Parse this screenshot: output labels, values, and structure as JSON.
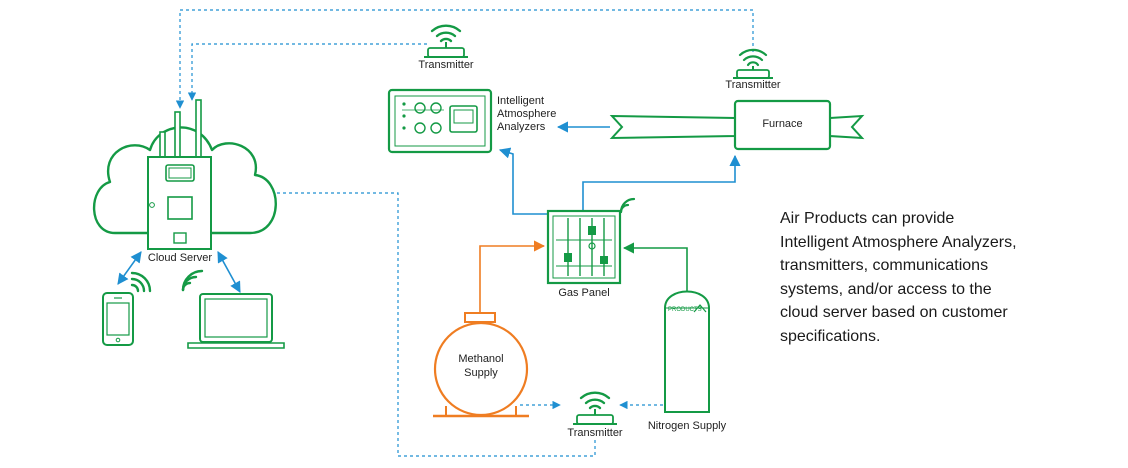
{
  "labels": {
    "transmitter_top": "Transmitter",
    "transmitter_right": "Transmitter",
    "transmitter_bottom": "Transmitter",
    "analyzers_line1": "Intelligent",
    "analyzers_line2": "Atmosphere",
    "analyzers_line3": "Analyzers",
    "furnace": "Furnace",
    "cloud_server": "Cloud Server",
    "gas_panel": "Gas Panel",
    "methanol_line1": "Methanol",
    "methanol_line2": "Supply",
    "nitrogen_supply": "Nitrogen Supply",
    "tank_brand": "PRODUCTS"
  },
  "description": [
    "Air Products can provide",
    "Intelligent Atmosphere Analyzers,",
    "transmitters, communications",
    "systems, and/or access to the",
    "cloud server based on customer",
    "specifications."
  ],
  "colors": {
    "green": "#149a45",
    "blue": "#1f8fd1",
    "orange": "#ef7d22",
    "text": "#222222"
  }
}
